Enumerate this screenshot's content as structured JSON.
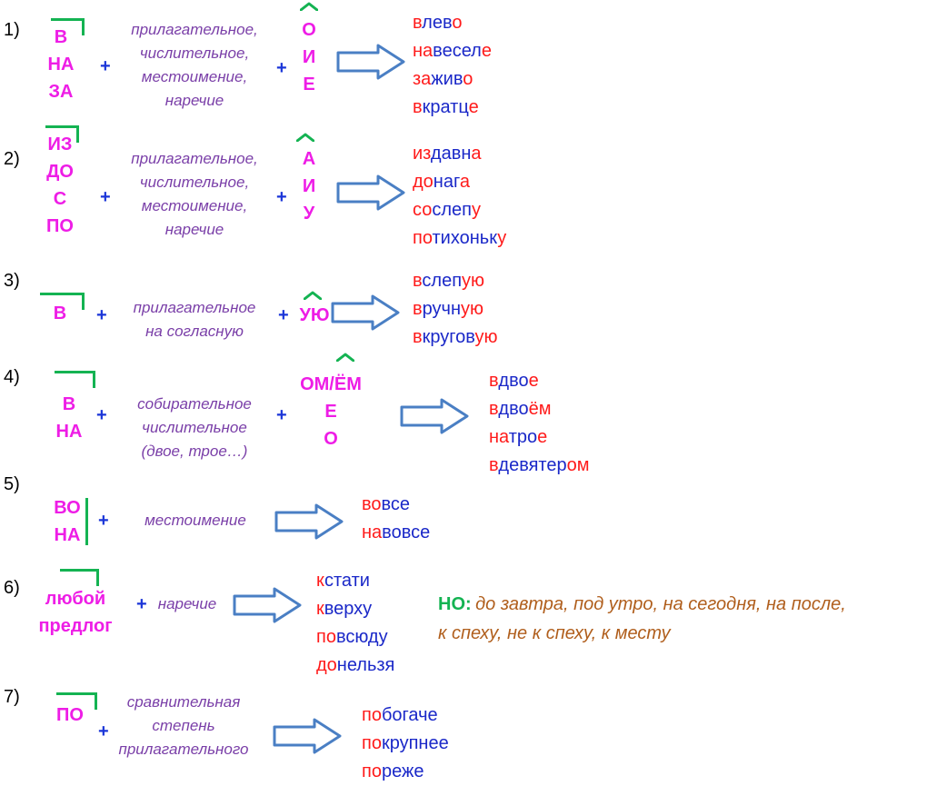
{
  "rows": [
    {
      "num": "1)",
      "prefixes": [
        "В",
        "НА",
        "ЗА"
      ],
      "plus1": "+",
      "desc": [
        "прилагательное,",
        "числительное,",
        "местоимение,",
        "наречие"
      ],
      "plus2": "+",
      "suffixes": [
        "О",
        "И",
        "Е"
      ],
      "examples": [
        [
          {
            "t": "в",
            "c": "r"
          },
          {
            "t": "лев",
            "c": "b"
          },
          {
            "t": "о",
            "c": "r"
          }
        ],
        [
          {
            "t": "на",
            "c": "r"
          },
          {
            "t": "весел",
            "c": "b"
          },
          {
            "t": "е",
            "c": "r"
          }
        ],
        [
          {
            "t": "за",
            "c": "r"
          },
          {
            "t": "жив",
            "c": "b"
          },
          {
            "t": "о",
            "c": "r"
          }
        ],
        [
          {
            "t": "в",
            "c": "r"
          },
          {
            "t": "кратц",
            "c": "b"
          },
          {
            "t": "е",
            "c": "r"
          }
        ]
      ]
    },
    {
      "num": "2)",
      "prefixes": [
        "ИЗ",
        "ДО",
        "С",
        "ПО"
      ],
      "plus1": "+",
      "desc": [
        "прилагательное,",
        "числительное,",
        "местоимение,",
        "наречие"
      ],
      "plus2": "+",
      "suffixes": [
        "А",
        "И",
        "У"
      ],
      "examples": [
        [
          {
            "t": "из",
            "c": "r"
          },
          {
            "t": "давн",
            "c": "b"
          },
          {
            "t": "а",
            "c": "r"
          }
        ],
        [
          {
            "t": "до",
            "c": "r"
          },
          {
            "t": "наг",
            "c": "b"
          },
          {
            "t": "а",
            "c": "r"
          }
        ],
        [
          {
            "t": "со",
            "c": "r"
          },
          {
            "t": "слеп",
            "c": "b"
          },
          {
            "t": "у",
            "c": "r"
          }
        ],
        [
          {
            "t": "по",
            "c": "r"
          },
          {
            "t": "тихоньк",
            "c": "b"
          },
          {
            "t": "у",
            "c": "r"
          }
        ]
      ]
    },
    {
      "num": "3)",
      "prefixes": [
        "В"
      ],
      "plus1": "+",
      "desc": [
        "прилагательное",
        "на согласную"
      ],
      "plus2": "+",
      "suffixes": [
        "УЮ"
      ],
      "examples": [
        [
          {
            "t": "в",
            "c": "r"
          },
          {
            "t": "слеп",
            "c": "b"
          },
          {
            "t": "ую",
            "c": "r"
          }
        ],
        [
          {
            "t": "в",
            "c": "r"
          },
          {
            "t": "ручн",
            "c": "b"
          },
          {
            "t": "ую",
            "c": "r"
          }
        ],
        [
          {
            "t": "в",
            "c": "r"
          },
          {
            "t": "кругов",
            "c": "b"
          },
          {
            "t": "ую",
            "c": "r"
          }
        ]
      ]
    },
    {
      "num": "4)",
      "prefixes": [
        "В",
        "НА"
      ],
      "plus1": "+",
      "desc": [
        "собирательное",
        "числительное",
        "(двое, трое…)"
      ],
      "plus2": "+",
      "suffixes": [
        "ОМ/ЁМ",
        "Е",
        "О"
      ],
      "examples": [
        [
          {
            "t": "в",
            "c": "r"
          },
          {
            "t": "дво",
            "c": "b"
          },
          {
            "t": "е",
            "c": "r"
          }
        ],
        [
          {
            "t": "в",
            "c": "r"
          },
          {
            "t": "дво",
            "c": "b"
          },
          {
            "t": "ём",
            "c": "r"
          }
        ],
        [
          {
            "t": "на",
            "c": "r"
          },
          {
            "t": "тро",
            "c": "b"
          },
          {
            "t": "е",
            "c": "r"
          }
        ],
        [
          {
            "t": "в",
            "c": "r"
          },
          {
            "t": "девятер",
            "c": "b"
          },
          {
            "t": "ом",
            "c": "r"
          }
        ]
      ]
    },
    {
      "num": "5)",
      "prefixes": [
        "ВО",
        "НА"
      ],
      "plus1": "+",
      "desc": [
        "местоимение"
      ],
      "examples": [
        [
          {
            "t": "во",
            "c": "r"
          },
          {
            "t": "все",
            "c": "b"
          }
        ],
        [
          {
            "t": "на",
            "c": "r"
          },
          {
            "t": "вовсе",
            "c": "b"
          }
        ]
      ]
    },
    {
      "num": "6)",
      "prefixes": [
        "любой",
        "предлог"
      ],
      "plus1": "+",
      "desc": [
        "наречие"
      ],
      "examples": [
        [
          {
            "t": "к",
            "c": "r"
          },
          {
            "t": "стати",
            "c": "b"
          }
        ],
        [
          {
            "t": "к",
            "c": "r"
          },
          {
            "t": "верху",
            "c": "b"
          }
        ],
        [
          {
            "t": "по",
            "c": "r"
          },
          {
            "t": "всюду",
            "c": "b"
          }
        ],
        [
          {
            "t": "до",
            "c": "r"
          },
          {
            "t": "нельзя",
            "c": "b"
          }
        ]
      ],
      "note_label": "НО:",
      "note_line1": "до завтра, под утро, на сегодня, на после,",
      "note_line2": "к спеху, не к спеху, к месту"
    },
    {
      "num": "7)",
      "prefixes": [
        "ПО"
      ],
      "plus1": "+",
      "desc": [
        "сравнительная",
        "степень",
        "прилагательного"
      ],
      "examples": [
        [
          {
            "t": "по",
            "c": "r"
          },
          {
            "t": "богаче",
            "c": "b"
          }
        ],
        [
          {
            "t": "по",
            "c": "r"
          },
          {
            "t": "крупнее",
            "c": "b"
          }
        ],
        [
          {
            "t": "по",
            "c": "r"
          },
          {
            "t": "реже",
            "c": "b"
          }
        ]
      ]
    }
  ],
  "colors": {
    "prefix": "#ee1de6",
    "plus": "#1a35d8",
    "description": "#7a3fa8",
    "bracket": "#14b352",
    "arrow": "#4a7fc4",
    "example_prefix": "#ff1a1a",
    "example_stem": "#1a28c8",
    "note_label": "#14b352",
    "note_text": "#b05e1c"
  }
}
